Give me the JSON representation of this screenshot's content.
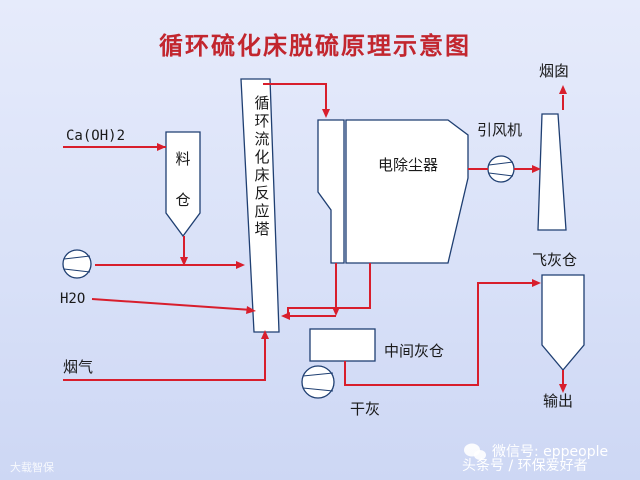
{
  "title": "循环硫化床脱硫原理示意图",
  "labels": {
    "caoh2": "Ca(OH)2",
    "silo_chars": [
      "料",
      "仓"
    ],
    "h2o": "H2O",
    "flue_gas": "烟气",
    "tower_chars": [
      "循",
      "环",
      "流",
      "化",
      "床",
      "反",
      "应",
      "塔"
    ],
    "precipitator": "电除尘器",
    "induced_fan": "引风机",
    "chimney": "烟囱",
    "fly_ash_silo": "飞灰仓",
    "middle_ash_silo": "中间灰仓",
    "dry_ash": "干灰",
    "output": "输出"
  },
  "watermarks": {
    "left": "大载智保",
    "wechat": "微信号: eppeople",
    "toutiao": "头条号 / 环保爱好者"
  },
  "colors": {
    "title": "#c2262e",
    "pipe": "#d81e2c",
    "outline": "#1f3f72",
    "background": "#dfe5f9"
  }
}
